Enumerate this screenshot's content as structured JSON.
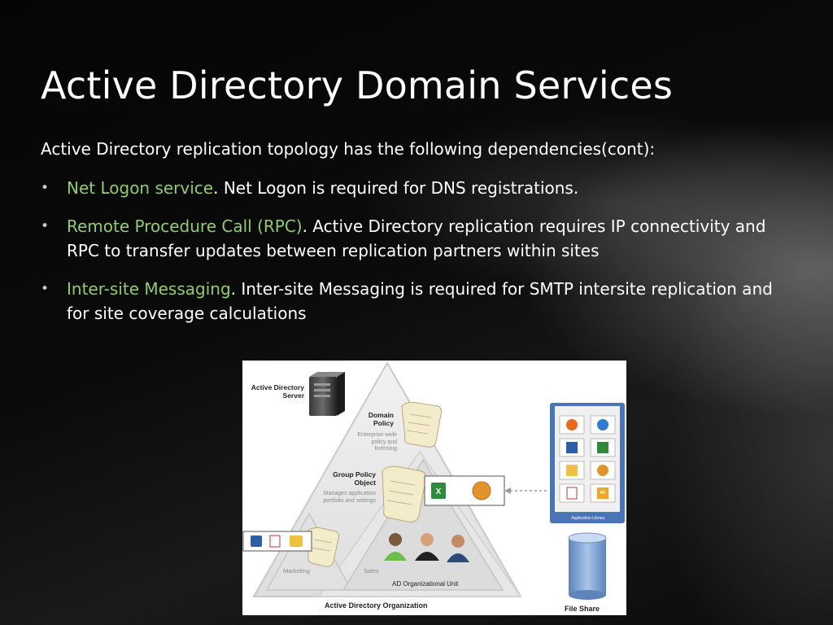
{
  "slide": {
    "title": "Active Directory Domain Services",
    "intro": "Active Directory replication topology has the following dependencies(cont):",
    "bullets": [
      {
        "term": "Net Logon service",
        "text": ". Net Logon is required for DNS registrations."
      },
      {
        "term": "Remote Procedure Call (RPC)",
        "text": ". Active Directory replication requires IP connectivity and RPC to transfer updates between replication partners within sites"
      },
      {
        "term": "Inter-site Messaging",
        "text": ". Inter-site Messaging is required for SMTP intersite replication and for site coverage calculations"
      }
    ],
    "accent_color": "#8fce6a"
  },
  "diagram": {
    "server_label": "Active Directory Server",
    "domain_policy_title": "Domain Policy",
    "domain_policy_desc": "Enterprise-wide policy and licensing",
    "gpo_title": "Group Policy Object",
    "gpo_desc": "Manages application portfolio and settings",
    "marketing_label": "Marketing",
    "sales_label": "Sales",
    "ou_label": "AD Organizational Unit",
    "organization_label": "Active Directory Organization",
    "app_library_label": "Application Library",
    "file_share_label": "File Share",
    "app_icon_labels": [
      "Ai"
    ]
  }
}
